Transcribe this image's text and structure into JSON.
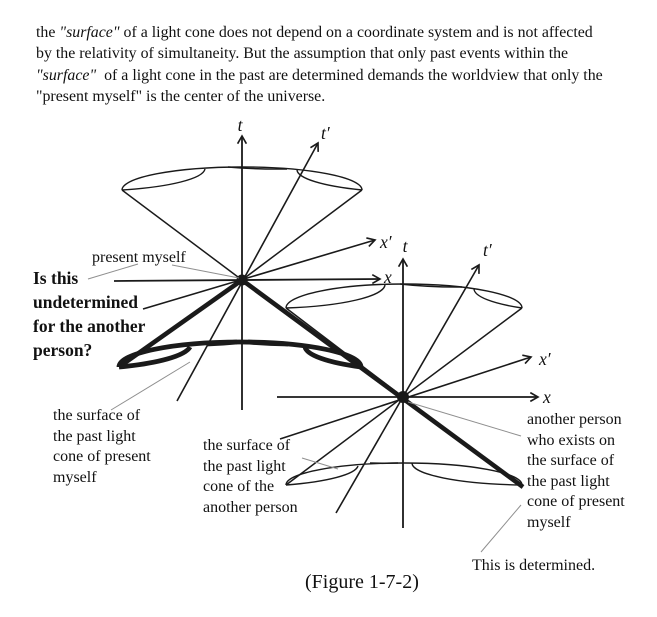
{
  "paragraph": {
    "lines": [
      {
        "s": [
          "the ",
          "\"surface\"",
          " of a light cone does not depend on a coordinate system and is not affected"
        ]
      },
      {
        "s": [
          "by the relativity of simultaneity. But the assumption that only past events within the",
          "",
          ""
        ]
      },
      {
        "s": [
          "",
          "\"surface\"",
          "  of a light cone in the past are determined demands the worldview that only the"
        ]
      },
      {
        "s": [
          "\"present myself\" is the center of the universe.",
          "",
          ""
        ]
      }
    ]
  },
  "diagram": {
    "labels": {
      "present_myself": "present myself",
      "question": "Is this\nundetermined\nfor the another\nperson?",
      "surface_present": "the surface of\nthe past light\ncone of present\nmyself",
      "surface_another": "the surface of\nthe past light\ncone of the\nanother person",
      "another_person": "another person\nwho exists on\nthe surface of\nthe past light\ncone of present\nmyself",
      "determined": "This is determined.",
      "caption": "(Figure 1-7-2)"
    },
    "axes": {
      "c1": {
        "t": "t",
        "tp": "t′",
        "x": "x",
        "xp": "x′"
      },
      "c2": {
        "t": "t",
        "tp": "t′",
        "x": "x",
        "xp": "x′"
      }
    },
    "colors": {
      "ink": "#1a1a1a",
      "leader": "#8f8f8f"
    }
  }
}
